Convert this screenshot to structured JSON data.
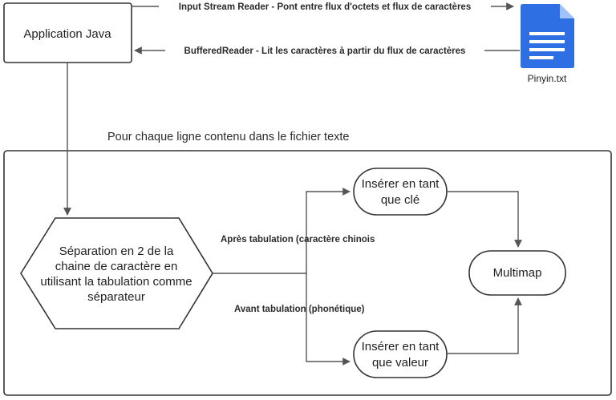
{
  "nodes": {
    "app": {
      "label": "Application Java"
    },
    "file": {
      "label": "Pinyin.txt",
      "icon": "document-icon",
      "color": "#2f6fe4"
    },
    "loop": {
      "label": "Pour chaque ligne contenu dans le fichier texte"
    },
    "split": {
      "line1": "Séparation en 2 de la",
      "line2": "chaine de caractère en",
      "line3": "utilisant la tabulation comme",
      "line4": "séparateur"
    },
    "insert_key": {
      "line1": "Insérer en tant",
      "line2": "que clé"
    },
    "insert_value": {
      "line1": "Insérer en tant",
      "line2": "que valeur"
    },
    "multimap": {
      "label": "Multimap"
    }
  },
  "edges": {
    "isr": {
      "label": "Input Stream Reader - Pont entre flux d'octets et flux de caractères"
    },
    "br": {
      "label": "BufferedReader - Lit les caractères à partir du flux de caractères"
    },
    "after_tab": {
      "label": "Après tabulation (caractère chinois"
    },
    "before_tab": {
      "label": "Avant tabulation (phonétique)"
    }
  }
}
